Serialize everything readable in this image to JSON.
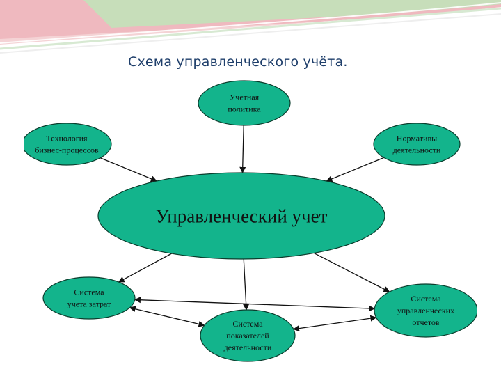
{
  "slide": {
    "title": "Схема управленческого учёта."
  },
  "colors": {
    "node_fill": "#13b48c",
    "node_stroke": "#0b3d2d",
    "edge": "#111111",
    "title": "#1f3f6b",
    "header_pink": "#efb9bf",
    "header_green": "#bfe4b8"
  },
  "diagram": {
    "center": {
      "label": "Управленческий учет"
    },
    "nodes": {
      "policy": {
        "lines": [
          "Учетная",
          "политика"
        ]
      },
      "technology": {
        "lines": [
          "Технология",
          "бизнес-процессов"
        ]
      },
      "norms": {
        "lines": [
          "Нормативы",
          "деятельности"
        ]
      },
      "cost_system": {
        "lines": [
          "Система",
          "учета затрат"
        ]
      },
      "indicators": {
        "lines": [
          "Система",
          "показателей",
          "деятельности"
        ]
      },
      "reports": {
        "lines": [
          "Система",
          "управленческих",
          "отчетов"
        ]
      }
    },
    "edges": [
      {
        "from": "policy",
        "to": "center",
        "arrows": "end"
      },
      {
        "from": "technology",
        "to": "center",
        "arrows": "end"
      },
      {
        "from": "norms",
        "to": "center",
        "arrows": "end"
      },
      {
        "from": "center",
        "to": "cost_system",
        "arrows": "end"
      },
      {
        "from": "center",
        "to": "indicators",
        "arrows": "end"
      },
      {
        "from": "center",
        "to": "reports",
        "arrows": "end"
      },
      {
        "from": "cost_system",
        "to": "reports",
        "arrows": "both"
      },
      {
        "from": "cost_system",
        "to": "indicators",
        "arrows": "both"
      },
      {
        "from": "indicators",
        "to": "reports",
        "arrows": "both"
      }
    ]
  }
}
